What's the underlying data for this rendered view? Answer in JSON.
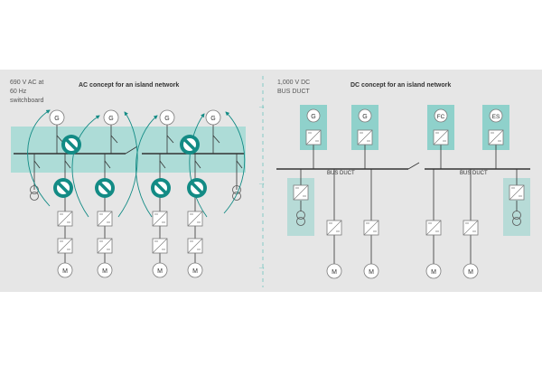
{
  "colors": {
    "panel_bg": "#e6e6e6",
    "teal_band": "#a6dad5",
    "teal_box": "#8fd1cb",
    "teal_dark": "#138b85",
    "teal_dashed": "#6fc4bd",
    "line": "#333333",
    "component_fill": "#ffffff",
    "component_stroke": "#7a7a7a"
  },
  "ac": {
    "switchboard_label_lines": [
      "690 V AC at",
      "60 Hz",
      "switchboard"
    ],
    "title": "AC concept for an island network",
    "generator_symbols": [
      "G",
      "G",
      "G",
      "G"
    ],
    "motor_symbols": [
      "M",
      "M",
      "M",
      "M"
    ],
    "prohibited_icon_count": 6
  },
  "dc": {
    "bus_label_lines": [
      "1,000 V DC",
      "BUS DUCT"
    ],
    "title": "DC concept for an island network",
    "source_symbols": [
      "G",
      "G",
      "FC",
      "ES"
    ],
    "bus_duct_labels": [
      "BUS DUCT",
      "BUS DUCT"
    ],
    "motor_symbols": [
      "M",
      "M",
      "M",
      "M"
    ]
  },
  "arrows": [
    "→",
    "→",
    "→"
  ]
}
